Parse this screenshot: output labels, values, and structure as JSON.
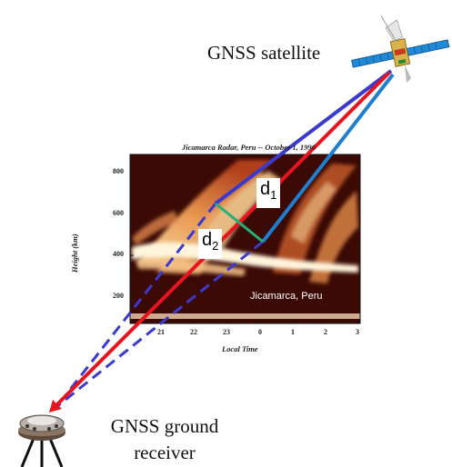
{
  "satellite_label": "GNSS satellite",
  "receiver_label": "GNSS ground receiver",
  "radar": {
    "title": "Jicamarca Radar, Peru -- October 1, 1996",
    "y_label": "Height (km)",
    "x_label": "Local Time",
    "y_ticks": [
      "800",
      "600",
      "400",
      "200"
    ],
    "x_ticks": [
      "21",
      "22",
      "23",
      "0",
      "1",
      "2",
      "3"
    ],
    "site_label": "Jicamarca, Peru"
  },
  "distance_labels": {
    "d1_base": "d",
    "d1_sub": "1",
    "d2_base": "d",
    "d2_sub": "2"
  },
  "colors": {
    "path_blue_dark": "#3a3acf",
    "path_red": "#e8141e",
    "path_cyan": "#1e7fd0",
    "segment_green": "#22b07a",
    "radar_bg": "#3b0a05"
  }
}
